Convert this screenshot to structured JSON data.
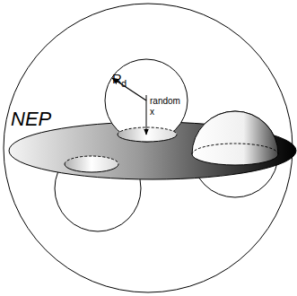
{
  "diagram": {
    "labels": [
      "NEP",
      "R",
      "d",
      "random x"
    ]
  }
}
